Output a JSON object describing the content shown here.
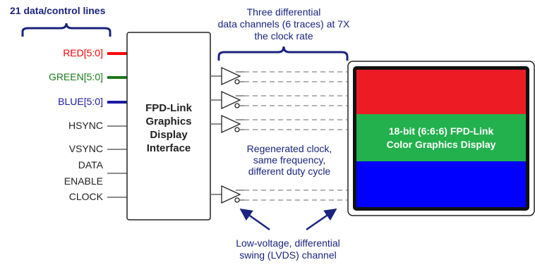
{
  "header": {
    "title": "21 data/control lines"
  },
  "signals": {
    "red": "RED[5:0]",
    "green": "GREEN[5:0]",
    "blue": "BLUE[5:0]",
    "hsync": "HSYNC",
    "vsync": "VSYNC",
    "data": "DATA",
    "enable": "ENABLE",
    "clock": "CLOCK"
  },
  "interface_box": {
    "line1": "FPD-Link",
    "line2": "Graphics",
    "line3": "Display",
    "line4": "Interface"
  },
  "annotations": {
    "channels_line1": "Three differential",
    "channels_line2": "data channels (6 traces) at 7X",
    "channels_line3": "the clock rate",
    "clock_line1": "Regenerated clock,",
    "clock_line2": "same frequency,",
    "clock_line3": "different duty cycle",
    "lvds_line1": "Low-voltage, differential",
    "lvds_line2": "swing (LVDS) channel"
  },
  "display": {
    "line1": "18-bit (6:6:6) FPD-Link",
    "line2": "Color Graphics Display"
  },
  "colors": {
    "red": "#ff0000",
    "green": "#1a7a1a",
    "blue": "#1a1aa0",
    "navy": "#1a237e",
    "display_red": "#ed1c24",
    "display_green": "#23b14d",
    "display_blue": "#0000ff"
  }
}
